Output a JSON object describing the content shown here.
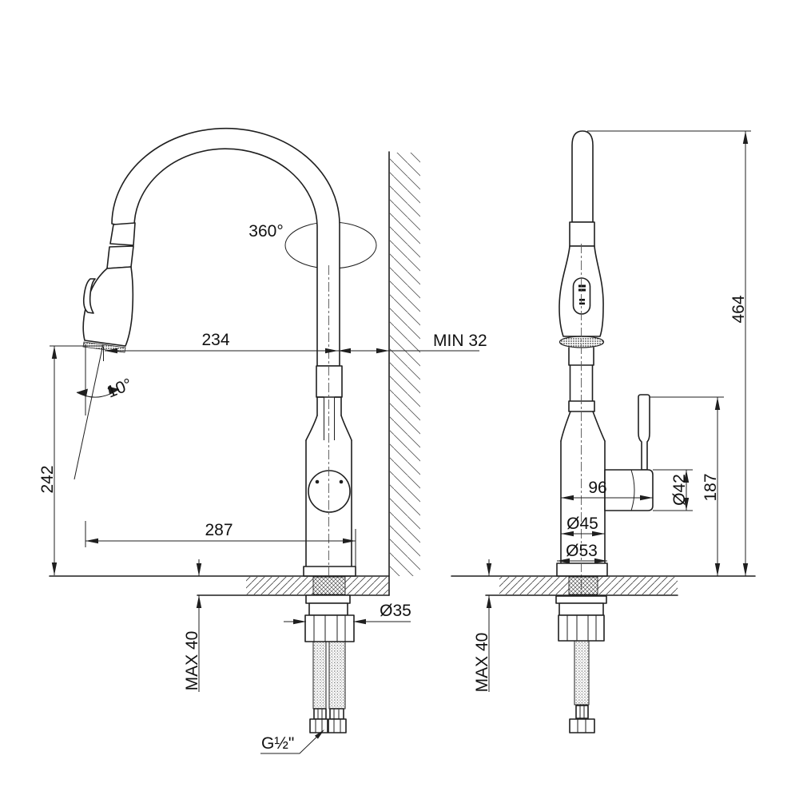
{
  "drawing": {
    "type": "faucet installation dimension drawing",
    "views": [
      "front view with wall",
      "side view"
    ],
    "line_color": "#1f1f1f",
    "background": "#ffffff"
  },
  "labels": {
    "rotation": "360°",
    "spout_reach": "234",
    "wall_clearance": "MIN 32",
    "spray_angle": "10°",
    "outlet_height": "242",
    "base_reach": "287",
    "deck_max_front": "MAX 40",
    "shank_diameter": "Ø35",
    "thread_size": "G½\"",
    "total_height": "464",
    "handle_length": "96",
    "handle_diameter": "Ø42",
    "body_diameter": "Ø45",
    "base_diameter": "Ø53",
    "deck_max_side": "MAX 40"
  },
  "dimensions": {
    "unit": "mm",
    "spout_reach": 234,
    "min_wall_clearance": 32,
    "spout_swivel_deg": 360,
    "spray_tilt_deg": 10,
    "outlet_height": 242,
    "base_to_outlet_reach": 287,
    "max_deck_thickness": 40,
    "shank_diameter": 35,
    "supply_thread": "G1/2\"",
    "total_height": 464,
    "handle_length": 96,
    "handle_diameter": 42,
    "body_diameter": 45,
    "base_flange_diameter": 53
  }
}
